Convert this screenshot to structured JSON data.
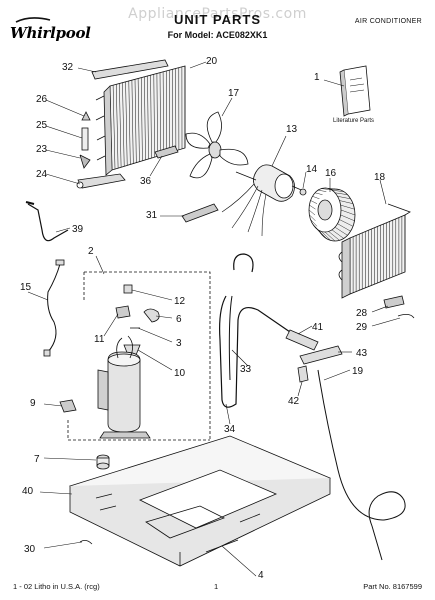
{
  "watermark": "AppliancePartsPros.com",
  "brand": "Whirlpool",
  "title": "UNIT PARTS",
  "model_line": "For Model: ACE082XK1",
  "category": "AIR CONDITIONER",
  "literature_label": "Literature Parts",
  "footer": {
    "left": "1 - 02 Litho in U.S.A. (rcg)",
    "center": "1",
    "right": "Part No. 8167599"
  },
  "callouts": {
    "c1": "1",
    "c2": "2",
    "c3": "3",
    "c4": "4",
    "c6": "6",
    "c7": "7",
    "c9": "9",
    "c10": "10",
    "c11": "11",
    "c12": "12",
    "c13": "13",
    "c14": "14",
    "c15": "15",
    "c16": "16",
    "c17": "17",
    "c18": "18",
    "c19": "19",
    "c20": "20",
    "c23": "23",
    "c24": "24",
    "c25": "25",
    "c26": "26",
    "c28": "28",
    "c29": "29",
    "c30": "30",
    "c31": "31",
    "c32": "32",
    "c33": "33",
    "c34": "34",
    "c36": "36",
    "c39": "39",
    "c40": "40",
    "c41": "41",
    "c42": "42",
    "c43": "43"
  }
}
